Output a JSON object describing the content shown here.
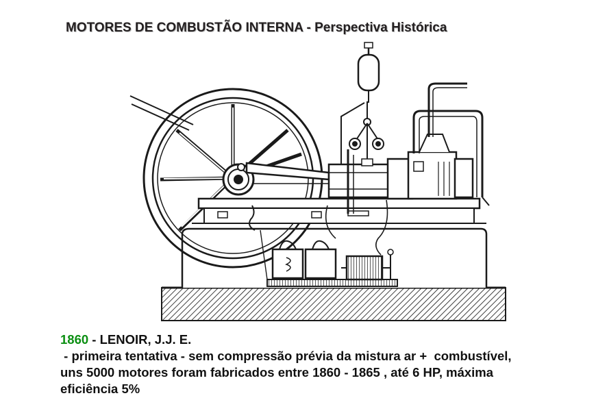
{
  "slide": {
    "title": "MOTORES DE COMBUSTÃO INTERNA - Perspectiva Histórica"
  },
  "illustration": {
    "subject": "Lenoir engine engraving",
    "stroke_color": "#1a1a1a"
  },
  "caption": {
    "year": "1860",
    "heading_rest": " - LENOIR, J.J. E.",
    "line1": " - primeira tentativa - sem compressão prévia da mistura ar +  combustível,",
    "line2": "uns 5000 motores foram fabricados entre 1860 - 1865 , até 6 HP, máxima",
    "line3": "eficiência 5%",
    "year_color": "#0b8f12"
  }
}
